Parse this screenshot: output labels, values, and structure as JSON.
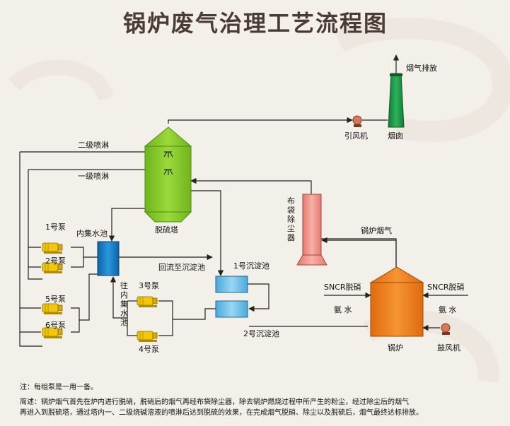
{
  "title": "锅炉废气治理工艺流程图",
  "equipment": {
    "desulfurization_tower": "脱硫塔",
    "inner_sump": "内集水池",
    "bag_filter": "布袋除尘器",
    "boiler": "锅炉",
    "induced_fan": "引风机",
    "chimney": "烟囱",
    "blower": "鼓风机",
    "sed_tank_1": "1号沉淀池",
    "sed_tank_2": "2号沉淀池"
  },
  "pumps": [
    "1号泵",
    "2号泵",
    "3号泵",
    "4号泵",
    "5号泵",
    "6号泵"
  ],
  "flows": {
    "flue_gas_exhaust": "烟气排放",
    "spray_stage2": "二级喷淋",
    "spray_stage1": "一级喷淋",
    "boiler_flue_gas": "锅炉烟气",
    "return_to_sed": "回流至沉淀池",
    "to_inner_sump": "往内集水池",
    "sncr_left": "SNCR脱硝",
    "sncr_right": "SNCR脱硝",
    "ammonia_left": "氨 水",
    "ammonia_right": "氨 水"
  },
  "notes": {
    "note1": "注：每组泵是一用一备。",
    "desc_line1": "简述：锅炉烟气首先在炉内进行脱硝，脱硝后的烟气再经布袋除尘器，除去锅炉燃烧过程中所产生的粉尘，经过除尘后的烟气",
    "desc_line2": "再进入到脱硫塔，通过塔内一、二级烧碱溶液的喷淋后达到脱硫的效果，在完成烟气脱硝、除尘以及脱硫后，烟气最终达标排放。"
  },
  "colors": {
    "tower": "#8ccf2e",
    "boiler": "#f07f1c",
    "chimney": "#1f9b4a",
    "bag_filter": "#f0948a",
    "sump": "#1d7fc4",
    "sed_tank": "#6cc0ea",
    "pump": "#f2c80f",
    "title": "#4a3b34"
  }
}
